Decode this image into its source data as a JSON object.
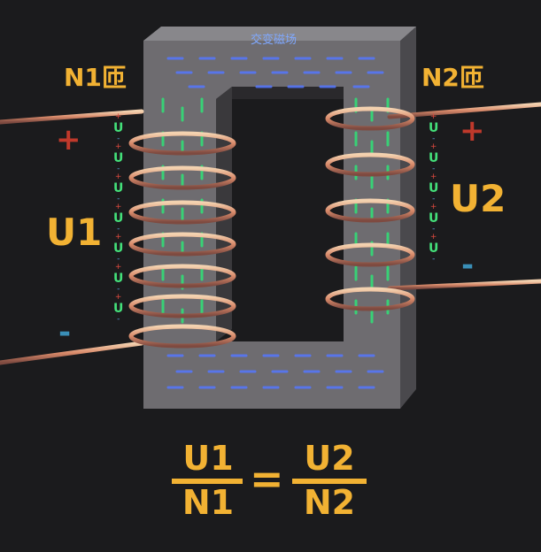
{
  "diagram": {
    "core_caption": "交变磁场",
    "primary": {
      "turns_label": "N1匝",
      "voltage_label": "U1",
      "plus": "+",
      "minus": "-"
    },
    "secondary": {
      "turns_label": "N2匝",
      "voltage_label": "U2",
      "plus": "+",
      "minus": "-"
    },
    "formula": {
      "left_num": "U1",
      "left_den": "N1",
      "equals": "=",
      "right_num": "U2",
      "right_den": "N2"
    },
    "voltage_marker": "U",
    "colors": {
      "accent": "#f2b233",
      "background": "#1b1b1d",
      "core": "#6e6c70",
      "coil": "#e0a080",
      "flux_blue": "#5577ff",
      "flux_green": "#33dd77",
      "plus": "#c0392b",
      "minus": "#3a8fb7"
    }
  }
}
